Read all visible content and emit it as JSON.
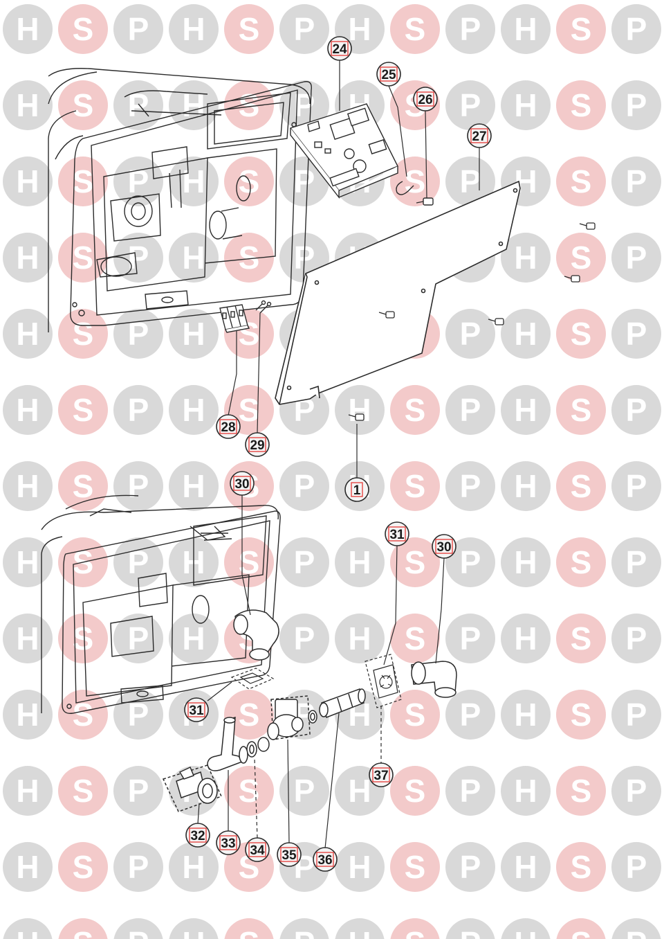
{
  "watermark": {
    "letters": [
      "H",
      "S",
      "P"
    ],
    "grey": "#d9d9d9",
    "pink": "#f3caca",
    "text_color": "#ffffff"
  },
  "callouts": [
    {
      "id": "c24",
      "label": "24"
    },
    {
      "id": "c25",
      "label": "25"
    },
    {
      "id": "c26",
      "label": "26"
    },
    {
      "id": "c27",
      "label": "27"
    },
    {
      "id": "c28",
      "label": "28"
    },
    {
      "id": "c29",
      "label": "29"
    },
    {
      "id": "c1",
      "label": "1"
    },
    {
      "id": "c30a",
      "label": "30"
    },
    {
      "id": "c31a",
      "label": "31"
    },
    {
      "id": "c30b",
      "label": "30"
    },
    {
      "id": "c31b",
      "label": "31"
    },
    {
      "id": "c37",
      "label": "37"
    },
    {
      "id": "c32",
      "label": "32"
    },
    {
      "id": "c33",
      "label": "33"
    },
    {
      "id": "c34",
      "label": "34"
    },
    {
      "id": "c35",
      "label": "35"
    },
    {
      "id": "c36",
      "label": "36"
    }
  ],
  "colors": {
    "line": "#2a2a2a",
    "callout_fill": "#f4f4f4",
    "callout_box": "#e53935",
    "part_fill": "#ffffff"
  }
}
